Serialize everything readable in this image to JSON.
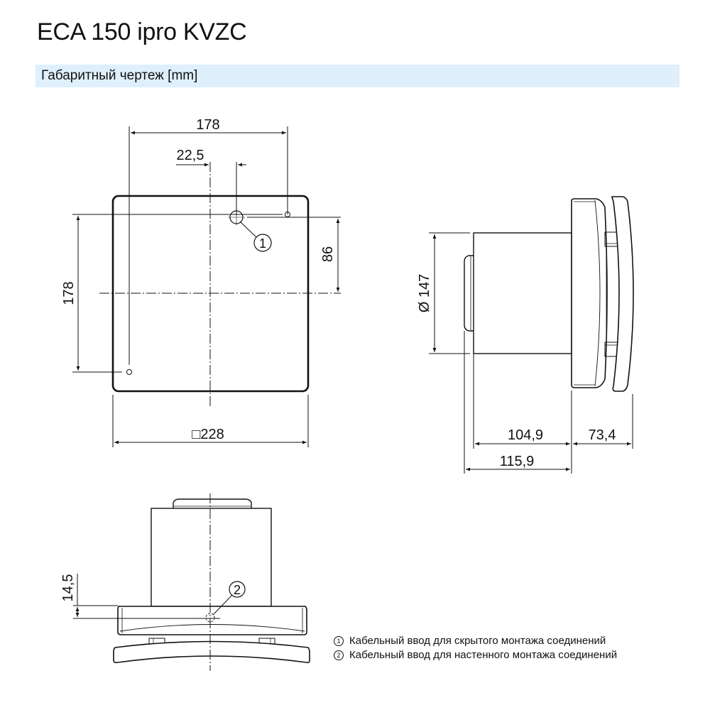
{
  "header": {
    "title": "ECA 150 ipro KVZC",
    "subtitle": "Габаритный чертеж [mm]",
    "subtitle_bg": "#dff0fc"
  },
  "front_view": {
    "dim_top_width": "178",
    "dim_offset": "22,5",
    "dim_left_height": "178",
    "dim_right_height": "86",
    "dim_bottom_square": "□228",
    "callout_1": "1"
  },
  "side_view": {
    "dim_diameter": "Ø 147",
    "dim_body_depth": "104,9",
    "dim_cover_depth": "73,4",
    "dim_total_depth": "115,9"
  },
  "top_view": {
    "dim_offset": "14,5",
    "callout_2": "2"
  },
  "legend": {
    "items": [
      {
        "num": "1",
        "text": "Кабельный ввод для скрытого монтажа соединений"
      },
      {
        "num": "2",
        "text": "Кабельный ввод для настенного монтажа соединений"
      }
    ]
  }
}
